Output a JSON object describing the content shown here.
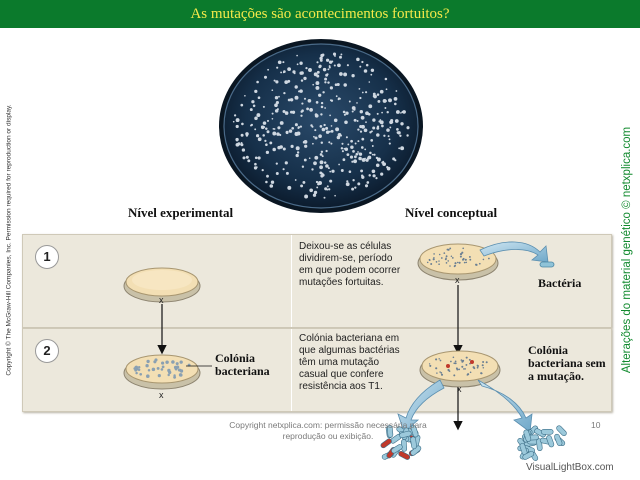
{
  "title": "As mutações são acontecimentos fortuitos?",
  "copyright_vertical": "Copyright © The McGraw-Hill Companies, Inc. Permission required for reproduction or display.",
  "side_brand": "Alterações do material genético © netxplica.com",
  "headings": {
    "experimental": "Nível experimental",
    "conceptual": "Nível conceptual"
  },
  "steps": [
    {
      "number": "1",
      "text": "Deixou-se as células dividirem-se, período em que podem ocorrer mutações fortuitas.",
      "label": "Bactéria",
      "dish_mark": "x"
    },
    {
      "number": "2",
      "text": "Colónia bacteriana em que algumas bactérias têm uma mutação casual que confere resistência aos T1.",
      "label_left": "Colónia bacteriana",
      "label_right": "Colónia bacteriana sem a mutação.",
      "dish_mark": "x"
    }
  ],
  "footer": {
    "note": "Copyright netxplica.com: permissão necessária para reprodução ou exibição.",
    "page": "10"
  },
  "watermark": "VisualLightBox.com",
  "colors": {
    "title_bg": "#0b7a2c",
    "title_text": "#f5e94a",
    "panel_bg": "#ece8dc",
    "brand_green": "#118a2e",
    "plate_blue": "#1a3550"
  }
}
